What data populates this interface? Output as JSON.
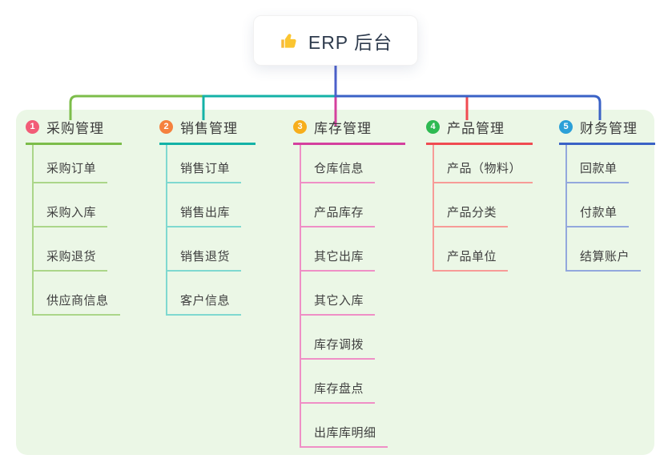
{
  "root": {
    "label": "ERP 后台",
    "icon": "thumbs-up"
  },
  "colors": {
    "canvas_bg": "#ffffff",
    "panel_bg": "#ebf7e6",
    "root_line": "#4c60cb",
    "header_text": "#3b3b3b",
    "child_text": "#404040",
    "root_text": "#2e3b4d",
    "thumb_icon": "#fbc531"
  },
  "branches": [
    {
      "badge": "1",
      "label": "采购管理",
      "badge_color": "#f25c77",
      "line_color": "#7cbd4a",
      "child_line_color": "#abd689",
      "children": [
        "采购订单",
        "采购入库",
        "采购退货",
        "供应商信息"
      ]
    },
    {
      "badge": "2",
      "label": "销售管理",
      "badge_color": "#f5813e",
      "line_color": "#14b2a7",
      "child_line_color": "#7fd9d0",
      "children": [
        "销售订单",
        "销售出库",
        "销售退货",
        "客户信息"
      ]
    },
    {
      "badge": "3",
      "label": "库存管理",
      "badge_color": "#f7ae1b",
      "line_color": "#d4409e",
      "child_line_color": "#ef8fc6",
      "children": [
        "仓库信息",
        "产品库存",
        "其它出库",
        "其它入库",
        "库存调拨",
        "库存盘点",
        "出库库明细"
      ]
    },
    {
      "badge": "4",
      "label": "产品管理",
      "badge_color": "#2eba52",
      "line_color": "#f04b51",
      "child_line_color": "#f79b97",
      "children": [
        "产品（物料）",
        "产品分类",
        "产品单位"
      ]
    },
    {
      "badge": "5",
      "label": "财务管理",
      "badge_color": "#2ba0d8",
      "line_color": "#3a62c6",
      "child_line_color": "#93a8dd",
      "children": [
        "回款单",
        "付款单",
        "结算账户"
      ]
    }
  ]
}
